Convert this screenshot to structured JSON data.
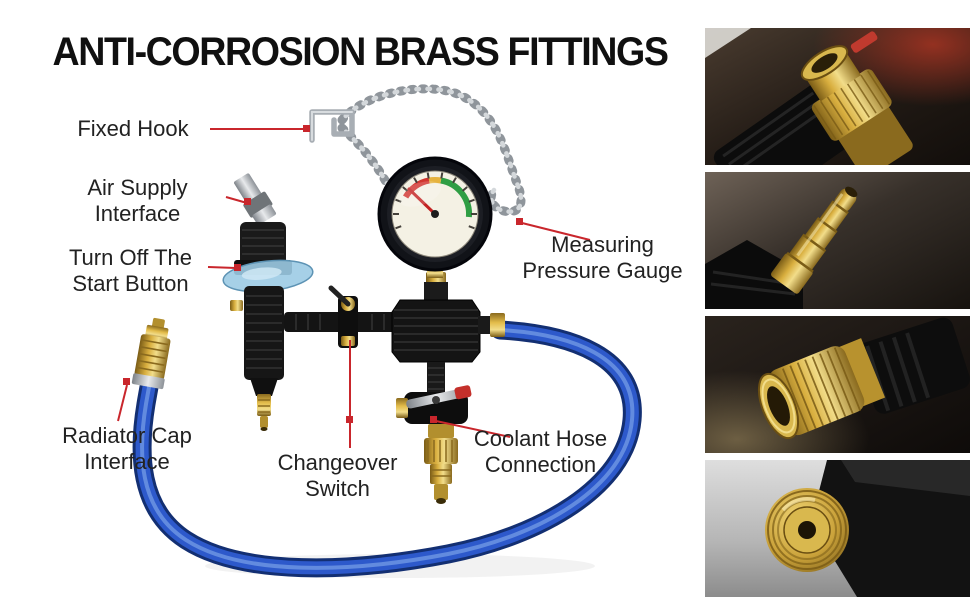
{
  "title": "ANTI-CORROSION BRASS FITTINGS",
  "callouts": {
    "fixed_hook": {
      "label": "Fixed Hook"
    },
    "air_supply": {
      "label": "Air Supply\nInterface"
    },
    "start_button": {
      "label": "Turn Off The\nStart Button"
    },
    "radiator_cap": {
      "label": "Radiator Cap\nInterface"
    },
    "changeover": {
      "label": "Changeover\nSwitch"
    },
    "coolant_hose": {
      "label": "Coolant Hose\nConnection"
    },
    "pressure_gauge": {
      "label": "Measuring\nPressure Gauge"
    }
  },
  "colors": {
    "accent_red": "#c9262c",
    "brass": "#c9a23a",
    "hose_blue": "#2d59cb",
    "title_text": "#101010"
  }
}
